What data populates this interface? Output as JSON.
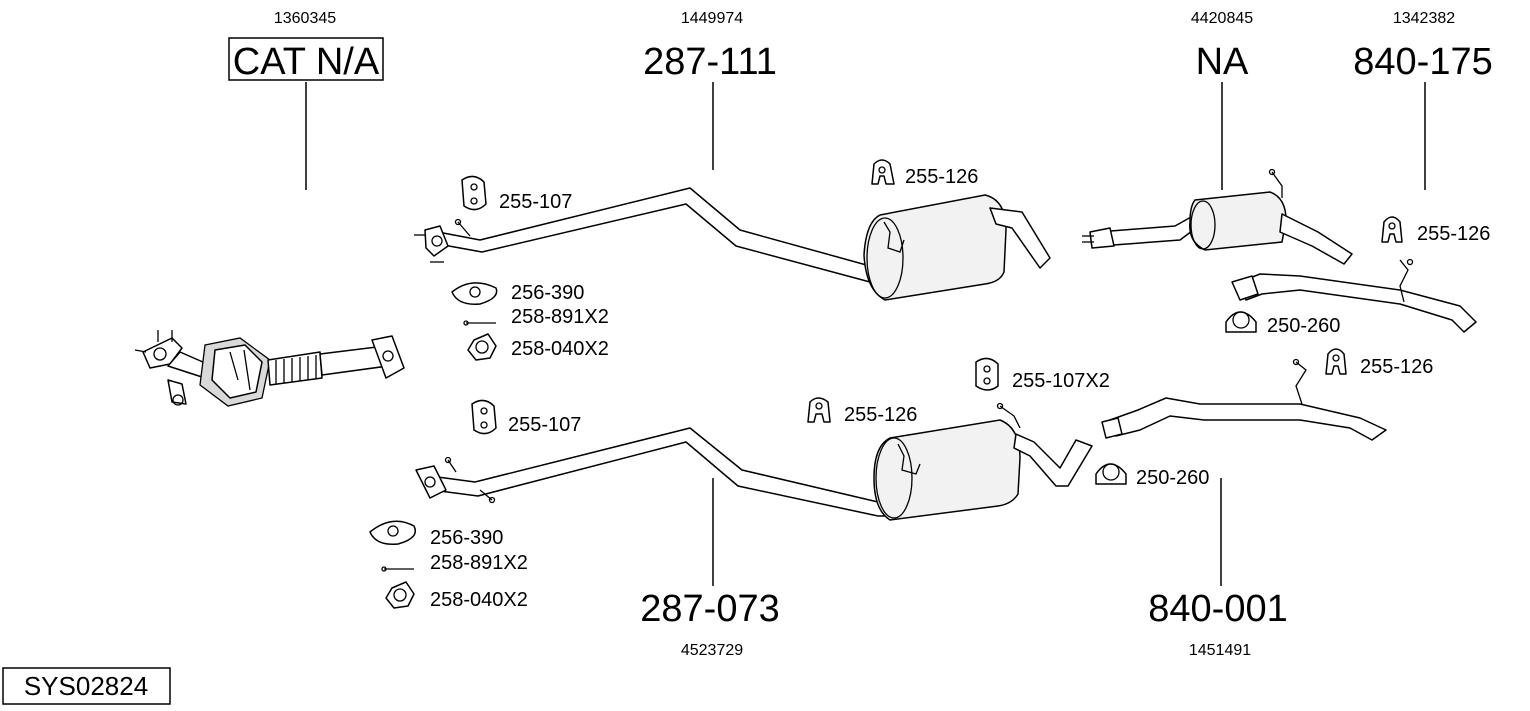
{
  "diagram": {
    "system_code": "SYS02824",
    "groups": [
      {
        "id": "cat",
        "oe_number": "1360345",
        "part_number": "CAT N/A"
      },
      {
        "id": "front-pipe-top",
        "oe_number": "1449974",
        "part_number": "287-111"
      },
      {
        "id": "rear-na",
        "oe_number": "4420845",
        "part_number": "NA"
      },
      {
        "id": "rear-top",
        "oe_number": "1342382",
        "part_number": "840-175"
      },
      {
        "id": "front-pipe-bottom",
        "oe_number": "4523729",
        "part_number": "287-073"
      },
      {
        "id": "rear-bottom",
        "oe_number": "1451491",
        "part_number": "840-001"
      }
    ],
    "accessories": {
      "top_hanger_front": "255-107",
      "top_hanger_mid": "255-126",
      "top_gasket": "256-390",
      "top_bolt": "258-891X2",
      "top_nut": "258-040X2",
      "right_hanger_top": "255-126",
      "right_clamp_top": "250-260",
      "right_hanger_bottom": "255-126",
      "bottom_hanger_front": "255-107",
      "bottom_hanger_mid": "255-126",
      "bottom_hanger_rear": "255-107X2",
      "bottom_clamp": "250-260",
      "bottom_gasket": "256-390",
      "bottom_bolt": "258-891X2",
      "bottom_nut": "258-040X2"
    }
  }
}
